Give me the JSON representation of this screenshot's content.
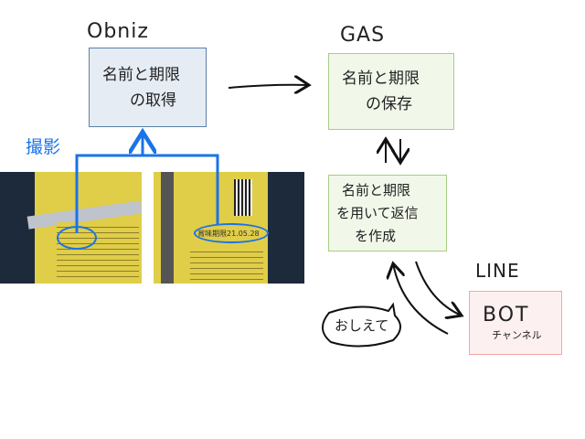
{
  "labels": {
    "obniz": "Obniz",
    "gas": "GAS",
    "line": "LINE",
    "capture": "撮影"
  },
  "boxes": {
    "obniz": [
      "名前と期限",
      "の取得"
    ],
    "gas": [
      "名前と期限",
      "の保存"
    ],
    "create": [
      "名前と期限",
      "を用いて返信",
      "を作成"
    ],
    "bot": {
      "title": "BOT",
      "subtitle": "チャンネル"
    }
  },
  "bubble": "おしえて",
  "photos": {
    "expiry_text": "賞味期限21.05.28"
  },
  "colors": {
    "obniz_fill": "#e6ecf4",
    "obniz_border": "#5b7fa8",
    "gas_fill": "#f1f8ea",
    "gas_border": "#a5cf85",
    "bot_fill": "#fdf0f0",
    "bot_border": "#f0a8a8",
    "highlight": "#1a73e8",
    "package": "#e8d44a"
  }
}
